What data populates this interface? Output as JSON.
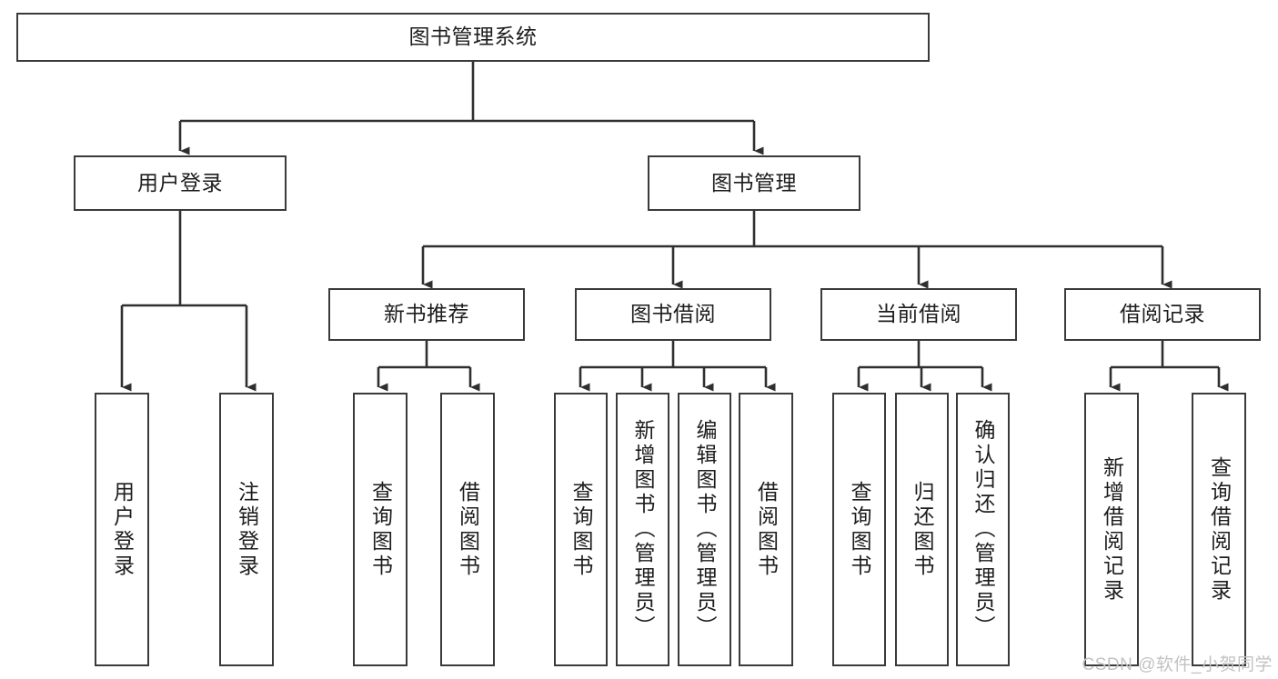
{
  "diagram": {
    "title": "图书管理系统",
    "type": "tree-hierarchy",
    "colors": {
      "border": "#3a3a3a",
      "text": "#1d1d1d",
      "background": "#ffffff",
      "watermark": "#c2c2c2"
    },
    "root": {
      "label": "图书管理系统"
    },
    "level2": [
      {
        "label": "用户登录"
      },
      {
        "label": "图书管理"
      }
    ],
    "level3": [
      {
        "label": "新书推荐"
      },
      {
        "label": "图书借阅"
      },
      {
        "label": "当前借阅"
      },
      {
        "label": "借阅记录"
      }
    ],
    "leaves": {
      "user_login": [
        {
          "label": "用户登录"
        },
        {
          "label": "注销登录"
        }
      ],
      "new_book_recommend": [
        {
          "label": "查询图书"
        },
        {
          "label": "借阅图书"
        }
      ],
      "book_borrow": [
        {
          "label": "查询图书"
        },
        {
          "label": "新增图书（管理员）"
        },
        {
          "label": "编辑图书（管理员）"
        },
        {
          "label": "借阅图书"
        }
      ],
      "current_borrow": [
        {
          "label": "查询图书"
        },
        {
          "label": "归还图书"
        },
        {
          "label": "确认归还（管理员）"
        }
      ],
      "borrow_records": [
        {
          "label": "新增借阅记录"
        },
        {
          "label": "查询借阅记录"
        }
      ]
    },
    "watermark": "CSDN @软件_小贺同学"
  }
}
